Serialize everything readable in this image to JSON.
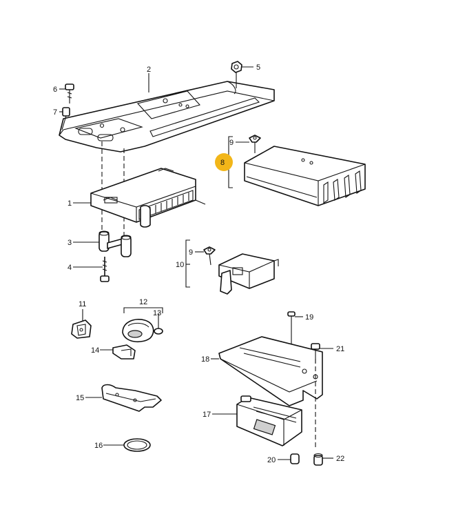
{
  "callouts": [
    {
      "id": "c1",
      "label": "1"
    },
    {
      "id": "c2",
      "label": "2"
    },
    {
      "id": "c3",
      "label": "3"
    },
    {
      "id": "c4",
      "label": "4"
    },
    {
      "id": "c5",
      "label": "5"
    },
    {
      "id": "c6",
      "label": "6"
    },
    {
      "id": "c7",
      "label": "7"
    },
    {
      "id": "c8",
      "label": "8"
    },
    {
      "id": "c9a",
      "label": "9"
    },
    {
      "id": "c9b",
      "label": "9"
    },
    {
      "id": "c10",
      "label": "10"
    },
    {
      "id": "c11",
      "label": "11"
    },
    {
      "id": "c12",
      "label": "12"
    },
    {
      "id": "c13",
      "label": "13"
    },
    {
      "id": "c14",
      "label": "14"
    },
    {
      "id": "c15",
      "label": "15"
    },
    {
      "id": "c16",
      "label": "16"
    },
    {
      "id": "c17",
      "label": "17"
    },
    {
      "id": "c18",
      "label": "18"
    },
    {
      "id": "c19",
      "label": "19"
    },
    {
      "id": "c20",
      "label": "20"
    },
    {
      "id": "c21",
      "label": "21"
    },
    {
      "id": "c22",
      "label": "22"
    }
  ],
  "highlight": {
    "callout": "8",
    "color": "#f2b619"
  }
}
